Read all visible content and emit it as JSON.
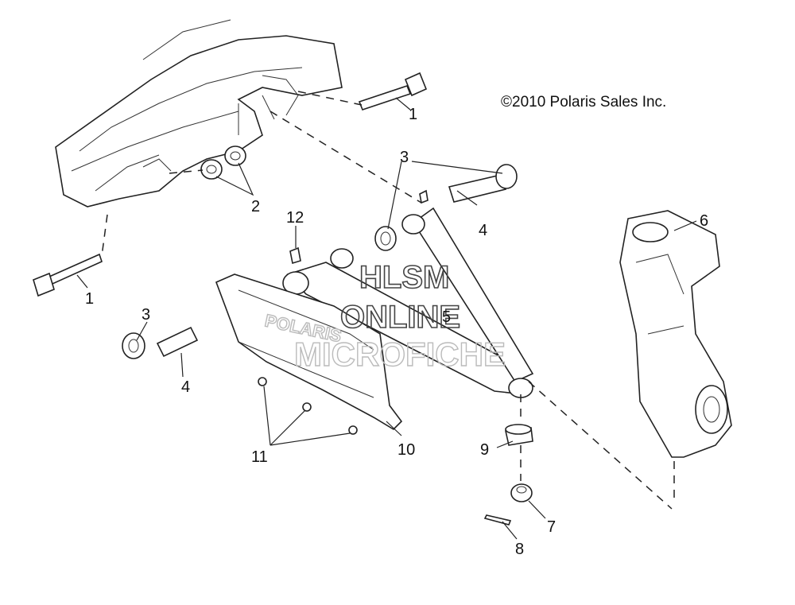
{
  "copyright": "©2010 Polaris Sales Inc.",
  "watermark": {
    "line1": "HLSM",
    "line2": "ONLINE",
    "line3": "MICROFICHE"
  },
  "brand_logo": "POLARIS",
  "callouts": {
    "c1a": "1",
    "c1b": "1",
    "c2": "2",
    "c3a": "3",
    "c3b": "3",
    "c4a": "4",
    "c4b": "4",
    "c5": "5",
    "c6": "6",
    "c7": "7",
    "c8": "8",
    "c9": "9",
    "c10": "10",
    "c11": "11",
    "c12": "12"
  }
}
